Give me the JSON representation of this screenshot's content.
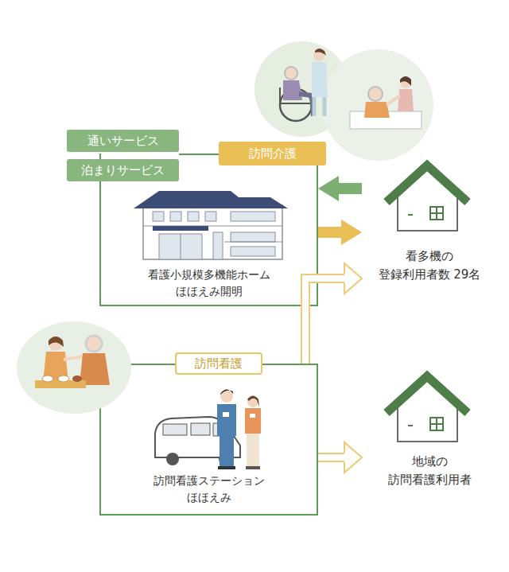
{
  "diagram": {
    "nodes": [
      {
        "text": [
          "通いサービス"
        ]
      },
      {
        "text": [
          "泊まりサービス"
        ]
      },
      {
        "text": [
          "訪問介護"
        ]
      },
      {
        "text": [
          "看護小規模多機能ホーム ほほえみ開明"
        ]
      },
      {
        "text": [
          "看多機の 登録利用者数 29名"
        ]
      },
      {
        "text": [
          "訪問看護"
        ]
      },
      {
        "text": [
          "訪問看護ステーション ほほえみ"
        ]
      },
      {
        "text": [
          "地域の 訪問看護利用者"
        ]
      }
    ],
    "edges": [
      {
        "from": 4,
        "to": 3,
        "arrow": "to"
      },
      {
        "from": 3,
        "to": 4,
        "arrow": "to"
      },
      {
        "from": 6,
        "to": 4,
        "arrow": "to"
      },
      {
        "from": 6,
        "to": 7,
        "arrow": "to"
      }
    ]
  }
}
